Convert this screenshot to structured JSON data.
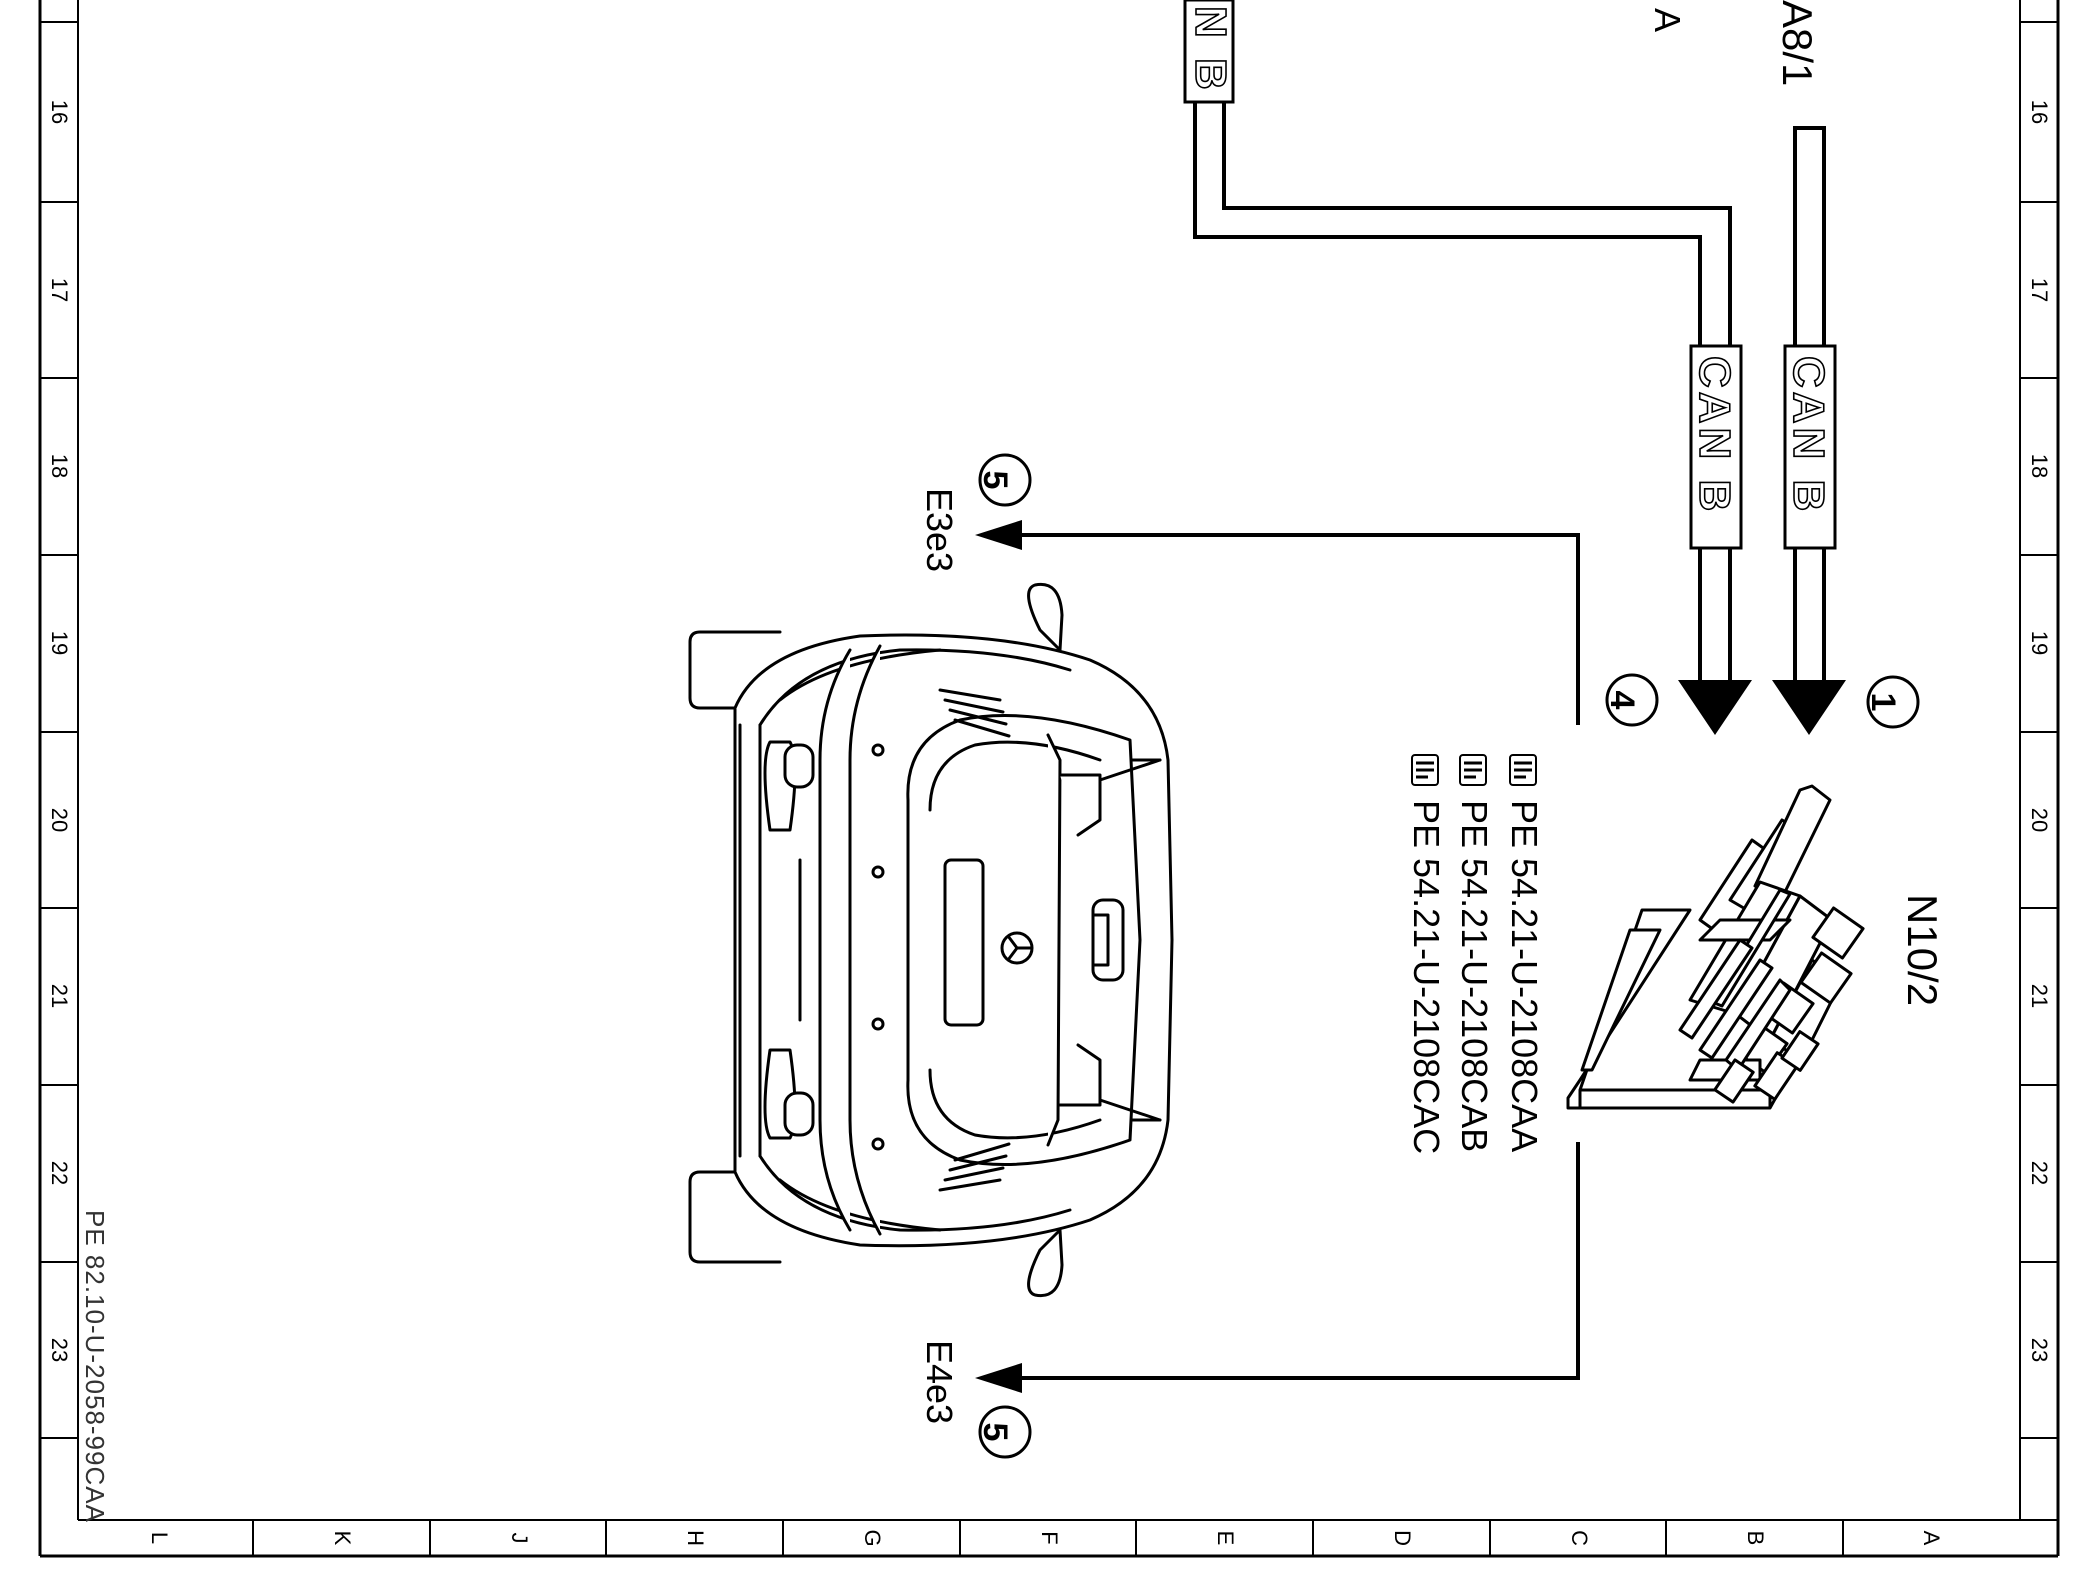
{
  "sheet": {
    "side_numbers": [
      "16",
      "17",
      "18",
      "19",
      "20",
      "21",
      "22",
      "23"
    ],
    "bottom_letters": [
      "L",
      "K",
      "J",
      "H",
      "G",
      "F",
      "E",
      "D",
      "C",
      "B",
      "A"
    ],
    "drawing_number": "PE 82.10-U-2058-99CAA"
  },
  "labels": {
    "top_can": "N B",
    "top_component": "A8/1",
    "top_letter": "A",
    "can_b_left": "CAN B",
    "can_b_right": "CAN B",
    "component": "N10/2",
    "ref_1": "PE 54.21-U-2108CAA",
    "ref_2": "PE 54.21-U-2108CAB",
    "ref_3": "PE 54.21-U-2108CAC",
    "circle_4": "4",
    "circle_1": "1",
    "circle_5_top": "5",
    "circle_5_bottom": "5",
    "lamp_top": "E3e3",
    "lamp_bottom": "E4e3"
  },
  "icons": [
    "pointing-hand-icon",
    "mercedes-star-icon",
    "connector-block-icon",
    "vehicle-rear-icon"
  ]
}
